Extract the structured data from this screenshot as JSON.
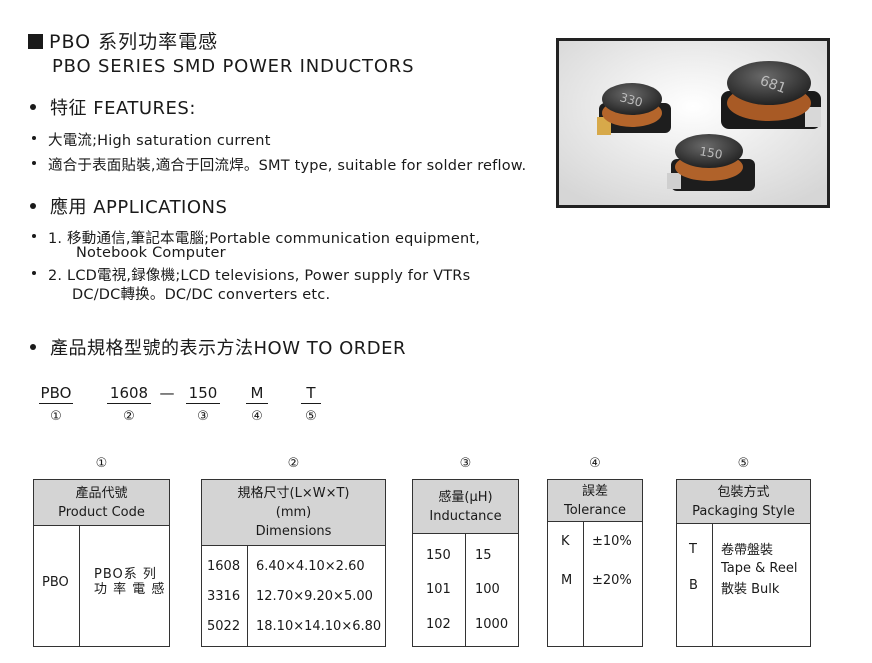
{
  "header": {
    "title_cn": "PBO 系列功率電感",
    "title_en": "PBO SERIES SMD POWER INDUCTORS"
  },
  "features": {
    "heading": "特征 FEATURES:",
    "items": [
      "大電流;High saturation current",
      "適合于表面貼裝,適合于回流焊。SMT type, suitable for solder reflow."
    ]
  },
  "applications": {
    "heading": "應用 APPLICATIONS",
    "items": [
      {
        "line1": "1. 移動通信,筆記本電腦;Portable communication equipment,",
        "line2": "Notebook Computer"
      },
      {
        "line1": "2. LCD電視,録像機;LCD televisions, Power supply for VTRs",
        "line2": "DC/DC轉换。DC/DC converters etc."
      }
    ]
  },
  "order": {
    "heading": "產品規格型號的表示方法HOW TO ORDER",
    "parts": [
      "PBO",
      "1608",
      "150",
      "M",
      "T"
    ],
    "dash": "—",
    "markers": [
      "①",
      "②",
      "③",
      "④",
      "⑤"
    ]
  },
  "photo": {
    "labels": [
      "330",
      "681",
      "150"
    ]
  },
  "tables": {
    "product_code": {
      "marker": "①",
      "head_cn": "產品代號",
      "head_en": "Product Code",
      "code": "PBO",
      "desc_line1": "PBO系 列",
      "desc_line2": "功 率 電 感"
    },
    "dimensions": {
      "marker": "②",
      "head_cn": "規格尺寸(L×W×T)",
      "head_unit": "(mm)",
      "head_en": "Dimensions",
      "rows": [
        {
          "code": "1608",
          "value": "6.40×4.10×2.60"
        },
        {
          "code": "3316",
          "value": "12.70×9.20×5.00"
        },
        {
          "code": "5022",
          "value": "18.10×14.10×6.80"
        }
      ]
    },
    "inductance": {
      "marker": "③",
      "head_cn": "感量(μH)",
      "head_en": "Inductance",
      "rows": [
        {
          "code": "150",
          "value": "15"
        },
        {
          "code": "101",
          "value": "100"
        },
        {
          "code": "102",
          "value": "1000"
        }
      ]
    },
    "tolerance": {
      "marker": "④",
      "head_cn": "誤差",
      "head_en": "Tolerance",
      "rows": [
        {
          "code": "K",
          "value": "±10%"
        },
        {
          "code": "M",
          "value": "±20%"
        }
      ]
    },
    "packaging": {
      "marker": "⑤",
      "head_cn": "包裝方式",
      "head_en": "Packaging Style",
      "rows": [
        {
          "code": "T",
          "line1": "卷帶盤裝",
          "line2": "Tape & Reel"
        },
        {
          "code": "B",
          "line1": "散裝 Bulk"
        }
      ]
    }
  }
}
